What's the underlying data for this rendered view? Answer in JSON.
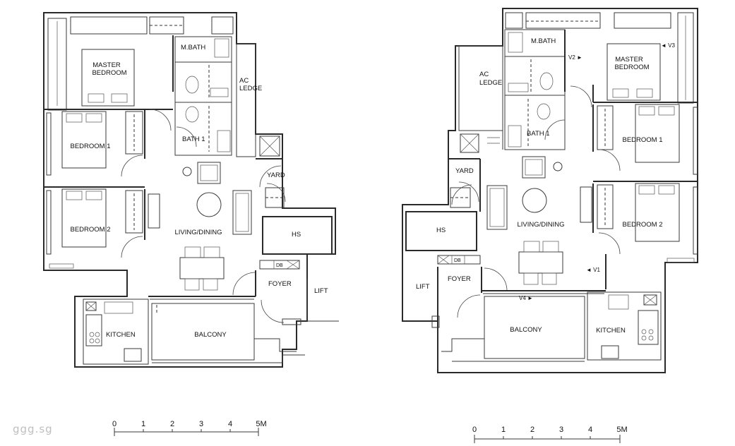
{
  "watermark": "ggg.sg",
  "scale_labels": [
    "0",
    "1",
    "2",
    "3",
    "4",
    "5M"
  ],
  "plan_left": {
    "rooms": {
      "master_bedroom": [
        "MASTER",
        "BEDROOM"
      ],
      "m_bath": "M.BATH",
      "ac_ledge": [
        "AC",
        "LEDGE"
      ],
      "bedroom1": "BEDROOM 1",
      "bath1": "BATH 1",
      "yard": "YARD",
      "bedroom2": "BEDROOM 2",
      "living_dining": "LIVING/DINING",
      "hs": "HS",
      "db": "DB",
      "foyer": "FOYER",
      "lift": "LIFT",
      "kitchen": "KITCHEN",
      "balcony": "BALCONY"
    }
  },
  "plan_right": {
    "rooms": {
      "m_bath": "M.BATH",
      "v2": "V2 ►",
      "master_bedroom": [
        "MASTER",
        "BEDROOM"
      ],
      "v3": "◄ V3",
      "ac_ledge": [
        "AC",
        "LEDGE"
      ],
      "bath1": "BATH 1",
      "bedroom1": "BEDROOM 1",
      "yard": "YARD",
      "hs": "HS",
      "living_dining": "LIVING/DINING",
      "bedroom2": "BEDROOM 2",
      "db": "DB",
      "v1": "◄ V1",
      "foyer": "FOYER",
      "lift": "LIFT",
      "v4": "V4 ►",
      "balcony": "BALCONY",
      "kitchen": "KITCHEN"
    }
  }
}
